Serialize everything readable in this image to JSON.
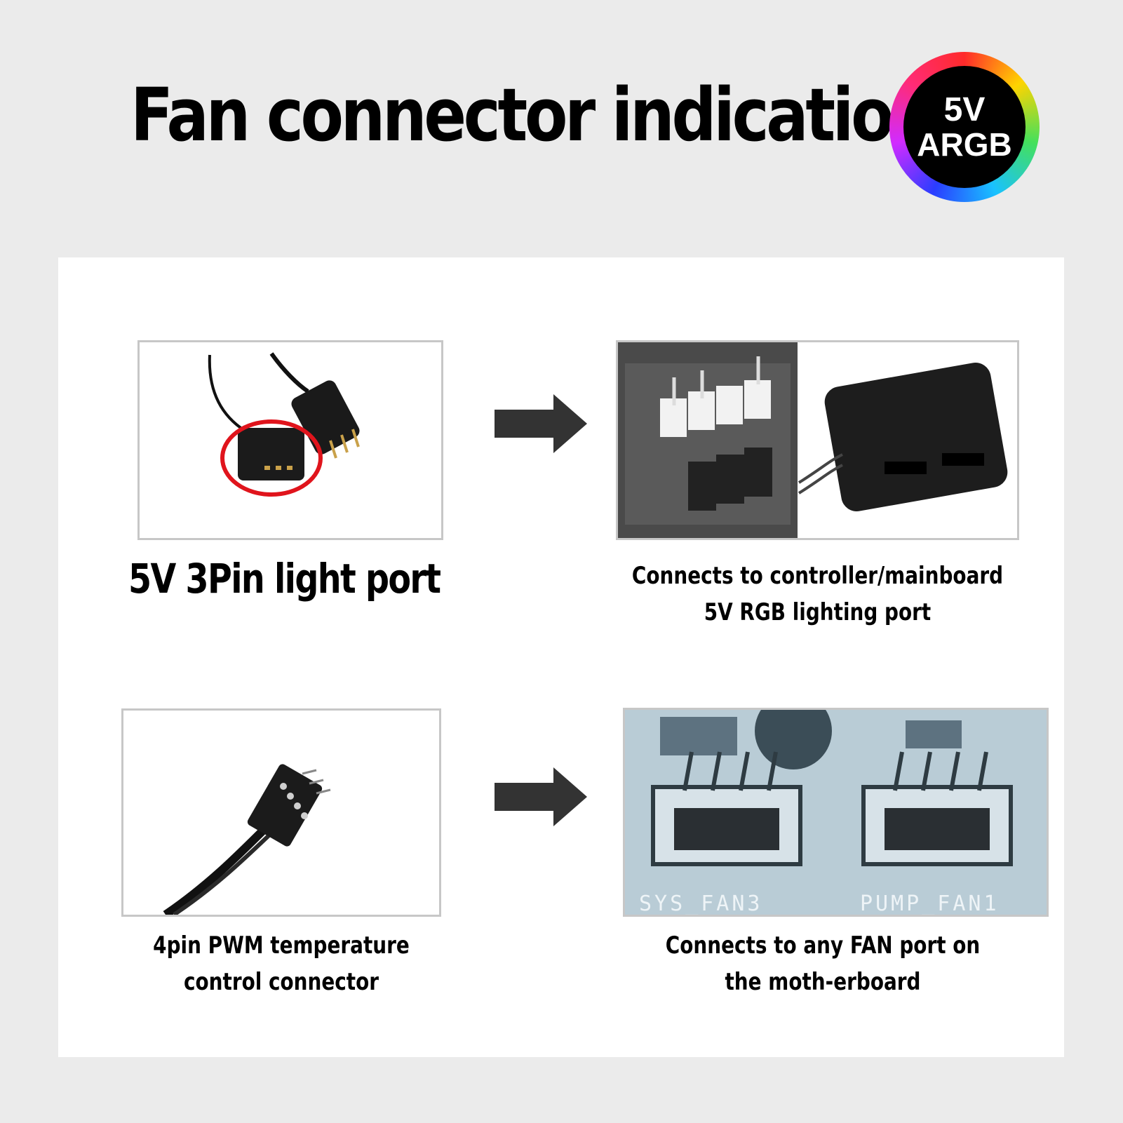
{
  "header": {
    "title": "Fan connector indication",
    "badge_line1": "5V",
    "badge_line2": "ARGB"
  },
  "rows": [
    {
      "left_caption": "5V 3Pin light port",
      "right_caption": "Connects to controller/mainboard 5V RGB lighting port"
    },
    {
      "left_caption": "4pin PWM temperature control connector",
      "right_caption": "Connects to any FAN port on the moth-erboard",
      "board_label_left": "SYS_FAN3",
      "board_label_right": "PUMP_FAN1"
    }
  ],
  "colors": {
    "background": "#ebebeb",
    "panel": "#ffffff",
    "arrow": "#333333",
    "highlight_circle": "#e0141c"
  },
  "icons": [
    "arrow-right-icon",
    "argb-ring-icon"
  ]
}
